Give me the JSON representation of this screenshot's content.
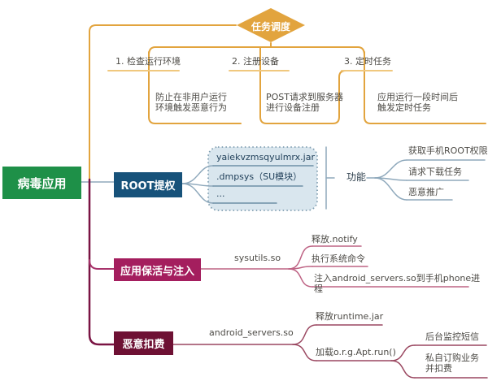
{
  "root": {
    "label": "病毒应用"
  },
  "scheduler": {
    "title": "任务调度",
    "branches": [
      {
        "label": "1. 检查运行环境",
        "desc": "防止在非用户运行\n环境触发恶意行为"
      },
      {
        "label": "2. 注册设备",
        "desc": "POST请求到服务器\n进行设备注册"
      },
      {
        "label": "3. 定时任务",
        "desc": "应用运行一段时间后\n触发定时任务"
      }
    ]
  },
  "root_privilege": {
    "label": "ROOT提权",
    "files": [
      "yaiekvzmsqyulmrx.jar",
      ".dmpsys（SU模块）",
      "..."
    ],
    "brace_label": "功能",
    "functions": [
      "获取手机ROOT权限",
      "请求下载任务",
      "恶意推广"
    ]
  },
  "keepalive": {
    "label": "应用保活与注入",
    "module": "sysutils.so",
    "actions": [
      "释放.notify",
      "执行系统命令",
      "注入android_servers.so到手机phone进程"
    ]
  },
  "fee": {
    "label": "恶意扣费",
    "module": "android_servers.so",
    "actions": [
      "释放runtime.jar",
      "加载o.r.g.Apt.run()"
    ],
    "sub_actions": [
      "后台监控短信",
      "私自订购业务\n并扣费"
    ]
  },
  "colors": {
    "orange": "#e2a43e",
    "orange_light": "#f0c87e",
    "green": "#1e9048",
    "blue_box": "#17527a",
    "blue_line": "#8fa9bc",
    "blue_underline": "#6e8fa6",
    "dashed_fill": "#d9e6ee",
    "dashed_border": "#7f9db0",
    "magenta_box": "#a41e5e",
    "magenta_line": "#be6384",
    "maroon_box": "#6e1134",
    "maroon_line": "#9a4760",
    "trunk": "#7a1443"
  }
}
